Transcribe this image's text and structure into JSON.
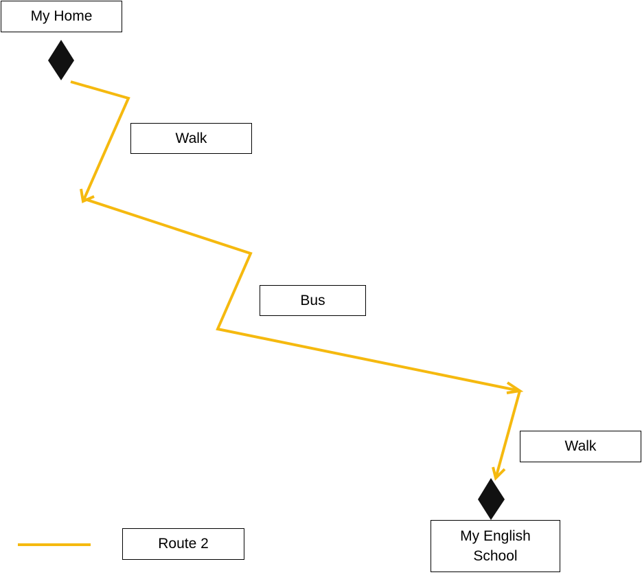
{
  "colors": {
    "route": "#F5B90F",
    "marker": "#111111",
    "box_border": "#000000"
  },
  "start": {
    "label": "My Home",
    "marker_icon": "diamond-icon"
  },
  "end": {
    "label": "My English\nSchool",
    "marker_icon": "diamond-icon"
  },
  "segments": [
    {
      "mode": "Walk"
    },
    {
      "mode": "Bus"
    },
    {
      "mode": "Walk"
    }
  ],
  "legend": {
    "label": "Route 2"
  }
}
